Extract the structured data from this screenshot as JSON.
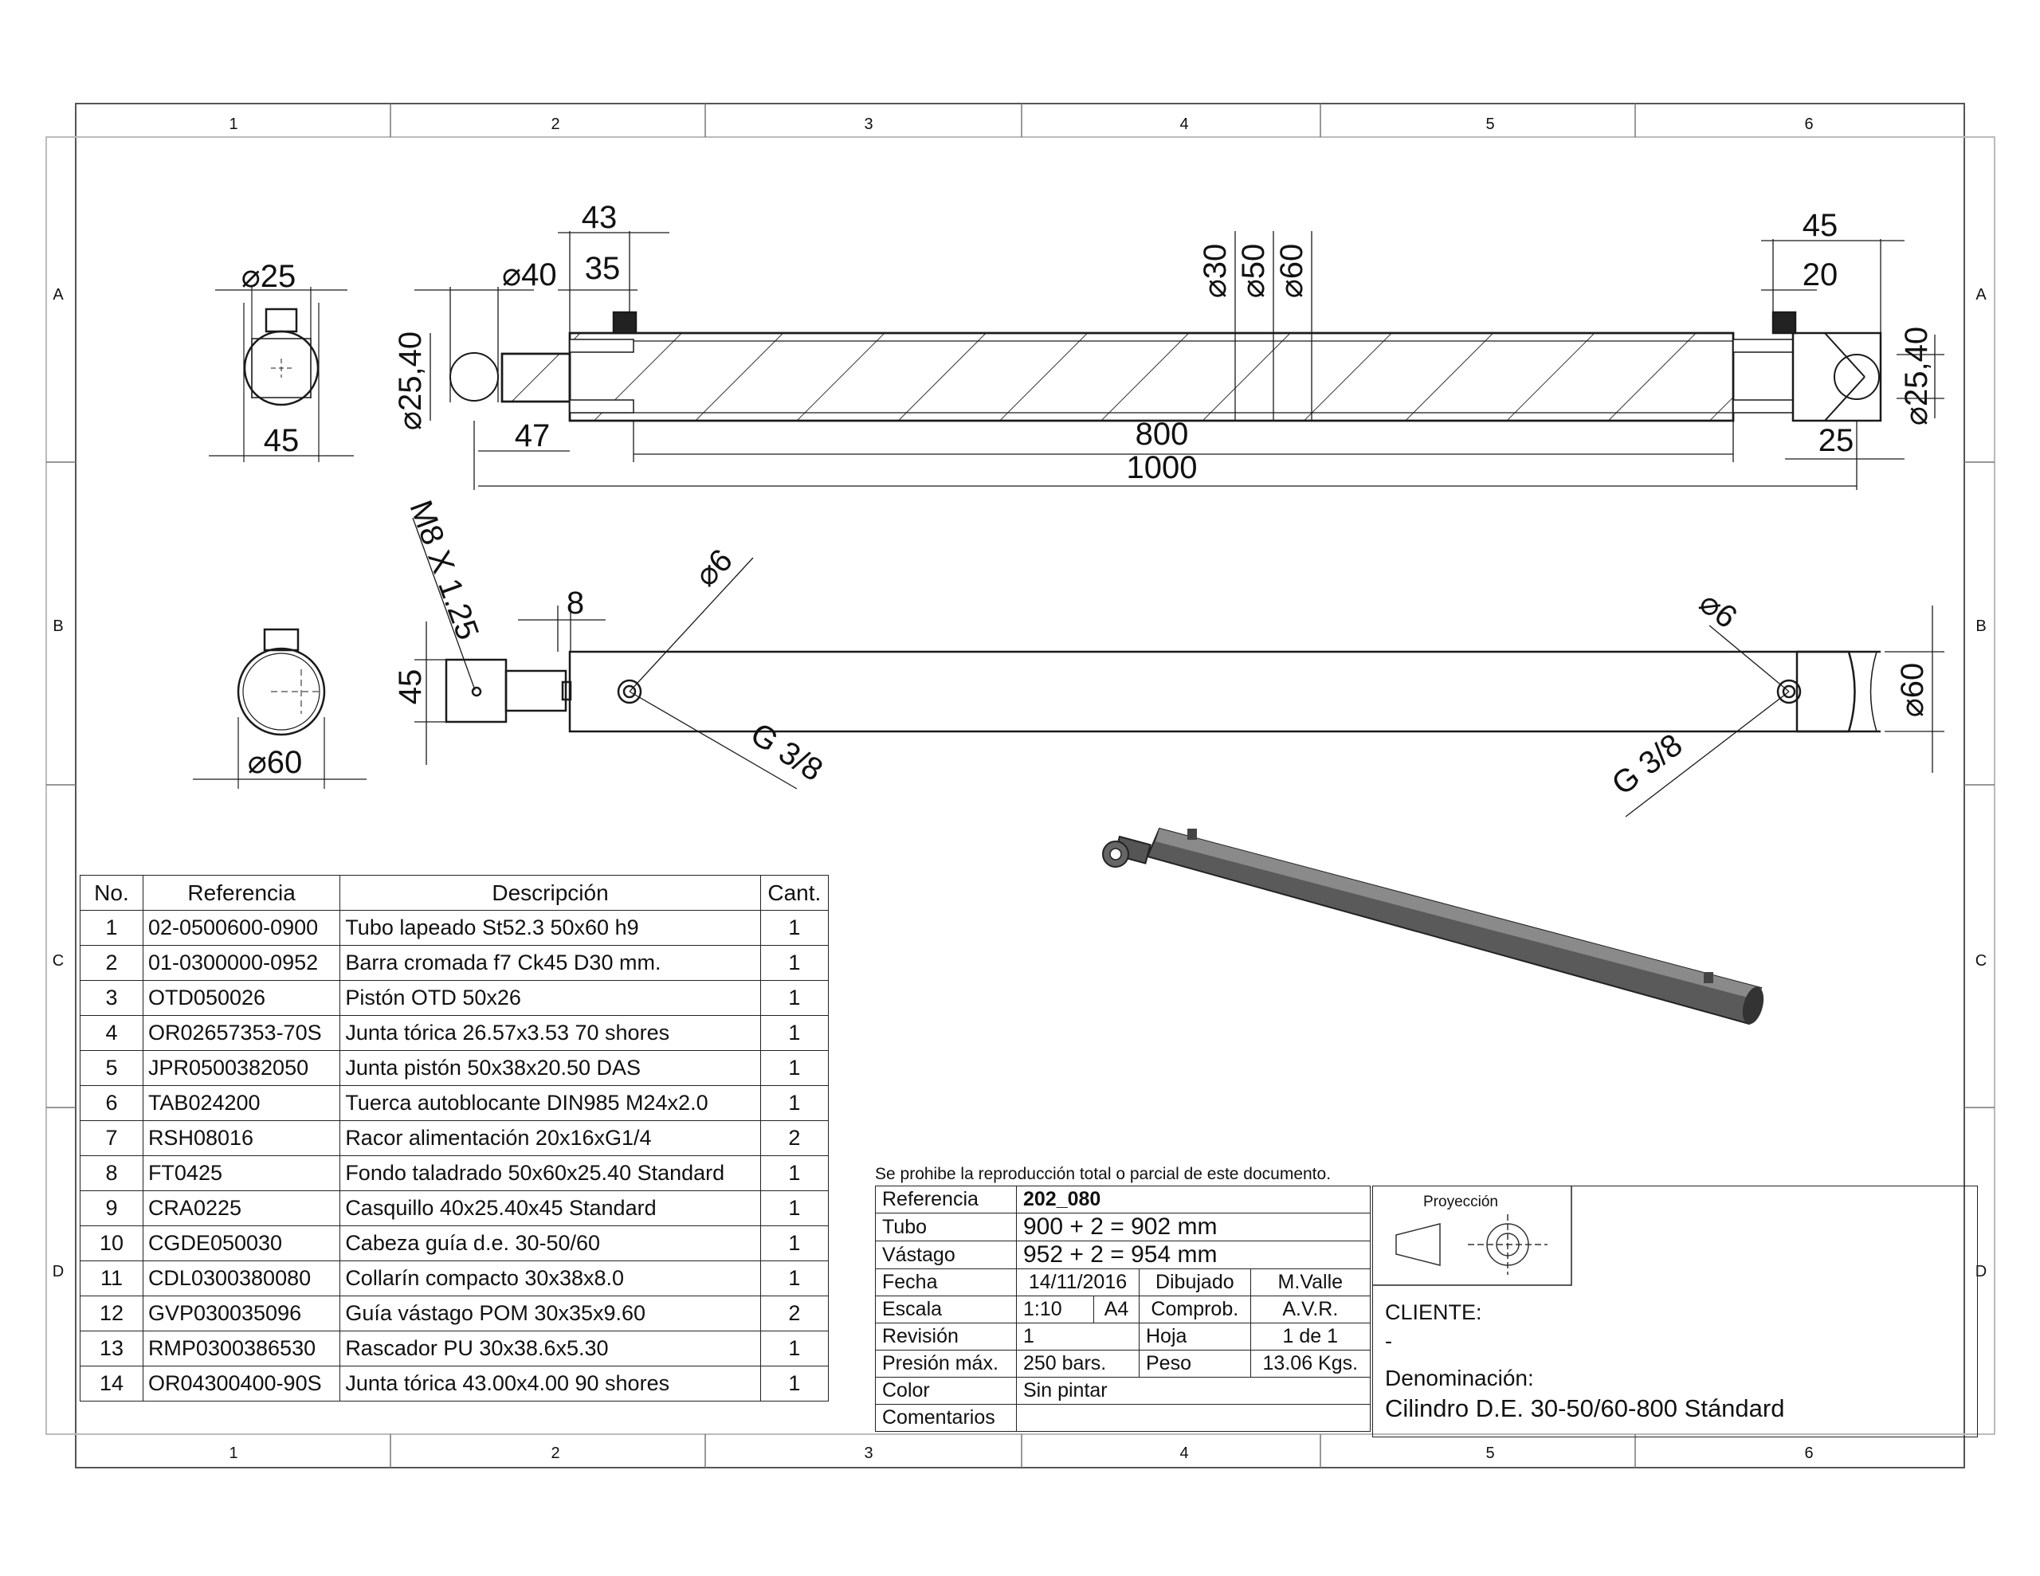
{
  "zones": {
    "columns": [
      "1",
      "2",
      "3",
      "4",
      "5",
      "6"
    ],
    "rows": [
      "A",
      "B",
      "C",
      "D"
    ]
  },
  "dimensions": {
    "end_view_top": {
      "d25": "⌀25",
      "w45": "45"
    },
    "end_view_bottom": {
      "d60": "⌀60"
    },
    "section": {
      "d40": "⌀40",
      "d2540_left": "⌀25,40",
      "d43": "43",
      "d35": "35",
      "d47": "47",
      "d30": "⌀30",
      "d50": "⌀50",
      "d60": "⌀60",
      "d800": "800",
      "d1000": "1000",
      "d45": "45",
      "d20": "20",
      "d25": "25",
      "d2540_right": "⌀25,40"
    },
    "outside": {
      "m8": "M8 X 1.25",
      "d8": "8",
      "d45": "45",
      "d6_left": "⌀6",
      "g38_left": "G 3/8",
      "d6_right": "⌀6",
      "g38_right": "G 3/8",
      "d60": "⌀60"
    }
  },
  "bom": {
    "headers": [
      "No.",
      "Referencia",
      "Descripción",
      "Cant."
    ],
    "rows": [
      {
        "no": "1",
        "ref": "02-0500600-0900",
        "desc": "Tubo lapeado St52.3 50x60 h9",
        "qty": "1"
      },
      {
        "no": "2",
        "ref": "01-0300000-0952",
        "desc": "Barra cromada f7 Ck45 D30 mm.",
        "qty": "1"
      },
      {
        "no": "3",
        "ref": "OTD050026",
        "desc": "Pistón OTD 50x26",
        "qty": "1"
      },
      {
        "no": "4",
        "ref": "OR02657353-70S",
        "desc": "Junta tórica 26.57x3.53 70 shores",
        "qty": "1"
      },
      {
        "no": "5",
        "ref": "JPR0500382050",
        "desc": "Junta pistón 50x38x20.50 DAS",
        "qty": "1"
      },
      {
        "no": "6",
        "ref": "TAB024200",
        "desc": "Tuerca autoblocante DIN985 M24x2.0",
        "qty": "1"
      },
      {
        "no": "7",
        "ref": "RSH08016",
        "desc": "Racor alimentación 20x16xG1/4",
        "qty": "2"
      },
      {
        "no": "8",
        "ref": "FT0425",
        "desc": "Fondo taladrado 50x60x25.40 Standard",
        "qty": "1"
      },
      {
        "no": "9",
        "ref": "CRA0225",
        "desc": "Casquillo 40x25.40x45 Standard",
        "qty": "1"
      },
      {
        "no": "10",
        "ref": "CGDE050030",
        "desc": "Cabeza guía d.e. 30-50/60",
        "qty": "1"
      },
      {
        "no": "11",
        "ref": "CDL0300380080",
        "desc": "Collarín compacto 30x38x8.0",
        "qty": "1"
      },
      {
        "no": "12",
        "ref": "GVP030035096",
        "desc": "Guía vástago POM 30x35x9.60",
        "qty": "2"
      },
      {
        "no": "13",
        "ref": "RMP0300386530",
        "desc": "Rascador PU 30x38.6x5.30",
        "qty": "1"
      },
      {
        "no": "14",
        "ref": "OR04300400-90S",
        "desc": "Junta tórica 43.00x4.00 90 shores",
        "qty": "1"
      }
    ]
  },
  "title_block": {
    "warning": "Se prohibe la reproducción total o parcial de este documento.",
    "referencia_label": "Referencia",
    "referencia": "202_080",
    "tubo_label": "Tubo",
    "tubo": "900 + 2 = 902 mm",
    "vastago_label": "Vástago",
    "vastago": "952 + 2 = 954 mm",
    "fecha_label": "Fecha",
    "fecha": "14/11/2016",
    "dibujado_label": "Dibujado",
    "dibujado": "M.Valle",
    "escala_label": "Escala",
    "escala": "1:10",
    "formato": "A4",
    "comprob_label": "Comprob.",
    "comprob": "A.V.R.",
    "revision_label": "Revisión",
    "revision": "1",
    "hoja_label": "Hoja",
    "hoja": "1  de  1",
    "presion_label": "Presión máx.",
    "presion": "250 bars.",
    "peso_label": "Peso",
    "peso": "13.06  Kgs.",
    "color_label": "Color",
    "color": "Sin pintar",
    "comentarios_label": "Comentarios",
    "comentarios": "",
    "proyeccion_label": "Proyección",
    "cliente_label": "CLIENTE:",
    "cliente": "-",
    "denominacion_label": "Denominación:",
    "denominacion": "Cilindro D.E. 30-50/60-800 Stándard"
  },
  "colors": {
    "line": "#1a1a1a",
    "hatch": "#333333",
    "body": "#5a5a5a"
  }
}
